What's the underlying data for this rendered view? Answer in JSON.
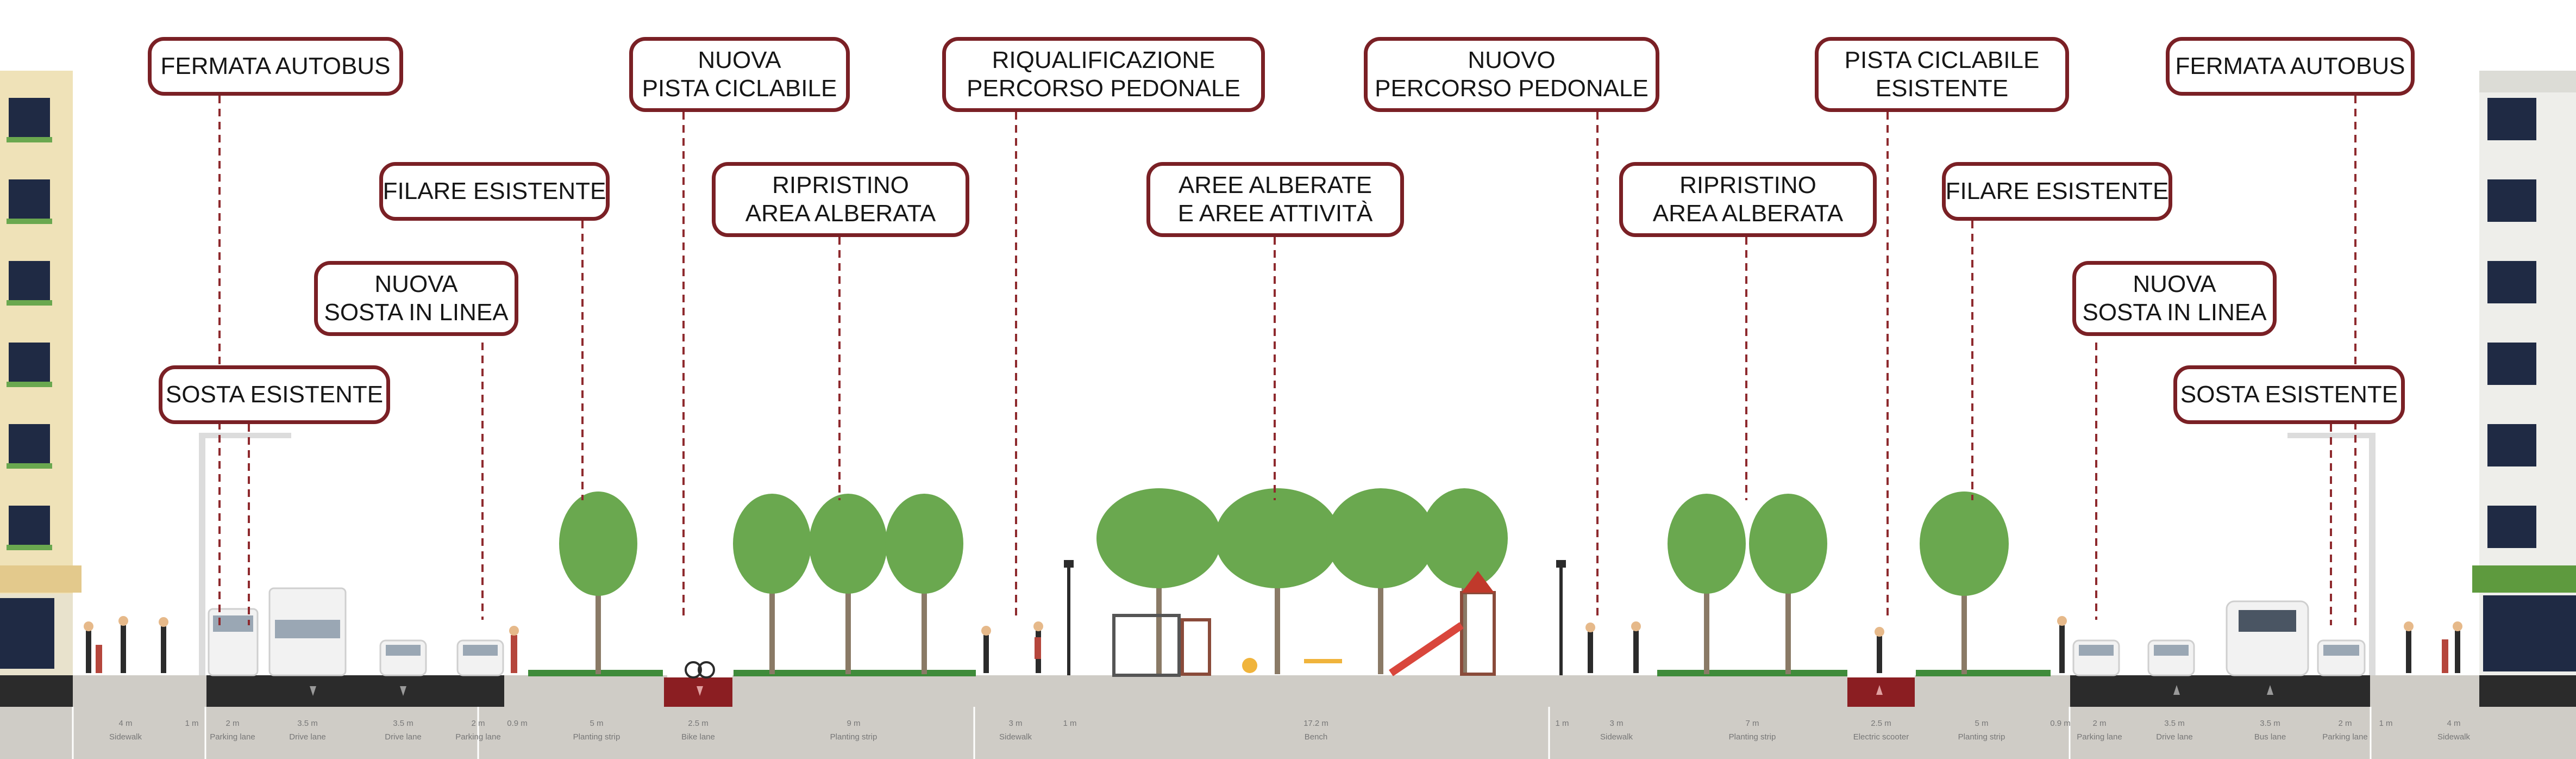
{
  "callouts": [
    {
      "lines": [
        "FERMATA AUTOBUS"
      ]
    },
    {
      "lines": [
        "NUOVA",
        "PISTA CICLABILE"
      ]
    },
    {
      "lines": [
        "RIQUALIFICAZIONE",
        "PERCORSO PEDONALE"
      ]
    },
    {
      "lines": [
        "NUOVO",
        "PERCORSO PEDONALE"
      ]
    },
    {
      "lines": [
        "PISTA CICLABILE",
        "ESISTENTE"
      ]
    },
    {
      "lines": [
        "FERMATA AUTOBUS"
      ]
    },
    {
      "lines": [
        "FILARE ESISTENTE"
      ]
    },
    {
      "lines": [
        "RIPRISTINO",
        "AREA ALBERATA"
      ]
    },
    {
      "lines": [
        "AREE ALBERATE",
        "E AREE ATTIVITÀ"
      ]
    },
    {
      "lines": [
        "RIPRISTINO",
        "AREA ALBERATA"
      ]
    },
    {
      "lines": [
        "FILARE ESISTENTE"
      ]
    },
    {
      "lines": [
        "NUOVA",
        "SOSTA IN LINEA"
      ]
    },
    {
      "lines": [
        "NUOVA",
        "SOSTA IN LINEA"
      ]
    },
    {
      "lines": [
        "SOSTA ESISTENTE"
      ]
    },
    {
      "lines": [
        "SOSTA ESISTENTE"
      ]
    }
  ],
  "segments": [
    {
      "width": "4 m",
      "name": "Sidewalk"
    },
    {
      "width": "1 m",
      "name": ""
    },
    {
      "width": "2 m",
      "name": "Parking lane"
    },
    {
      "width": "3.5 m",
      "name": "Drive lane"
    },
    {
      "width": "3.5 m",
      "name": "Drive lane"
    },
    {
      "width": "2 m",
      "name": "Parking lane"
    },
    {
      "width": "0.9 m",
      "name": ""
    },
    {
      "width": "5 m",
      "name": "Planting strip"
    },
    {
      "width": "2.5 m",
      "name": "Bike lane"
    },
    {
      "width": "9 m",
      "name": "Planting strip"
    },
    {
      "width": "3 m",
      "name": "Sidewalk"
    },
    {
      "width": "1 m",
      "name": ""
    },
    {
      "width": "17.2 m",
      "name": "Bench"
    },
    {
      "width": "1 m",
      "name": ""
    },
    {
      "width": "3 m",
      "name": "Sidewalk"
    },
    {
      "width": "7 m",
      "name": "Planting strip"
    },
    {
      "width": "2.5 m",
      "name": "Electric scooter"
    },
    {
      "width": "5 m",
      "name": "Planting strip"
    },
    {
      "width": "0.9 m",
      "name": ""
    },
    {
      "width": "2 m",
      "name": "Parking lane"
    },
    {
      "width": "3.5 m",
      "name": "Drive lane"
    },
    {
      "width": "3.5 m",
      "name": "Bus lane"
    },
    {
      "width": "2 m",
      "name": "Parking lane"
    },
    {
      "width": "1 m",
      "name": ""
    },
    {
      "width": "4 m",
      "name": "Sidewalk"
    }
  ],
  "colors": {
    "callout_border": "#7a2025",
    "dashed_leader": "#8e2a2e",
    "asphalt": "#2b2b2b",
    "bike_lane": "#8b1e22",
    "ground": "#cfccc6",
    "planting": "#3f8b3a",
    "tree_foliage": "#6aa84f",
    "facade_left": "#efe2b8",
    "facade_right": "#eeeeea"
  }
}
